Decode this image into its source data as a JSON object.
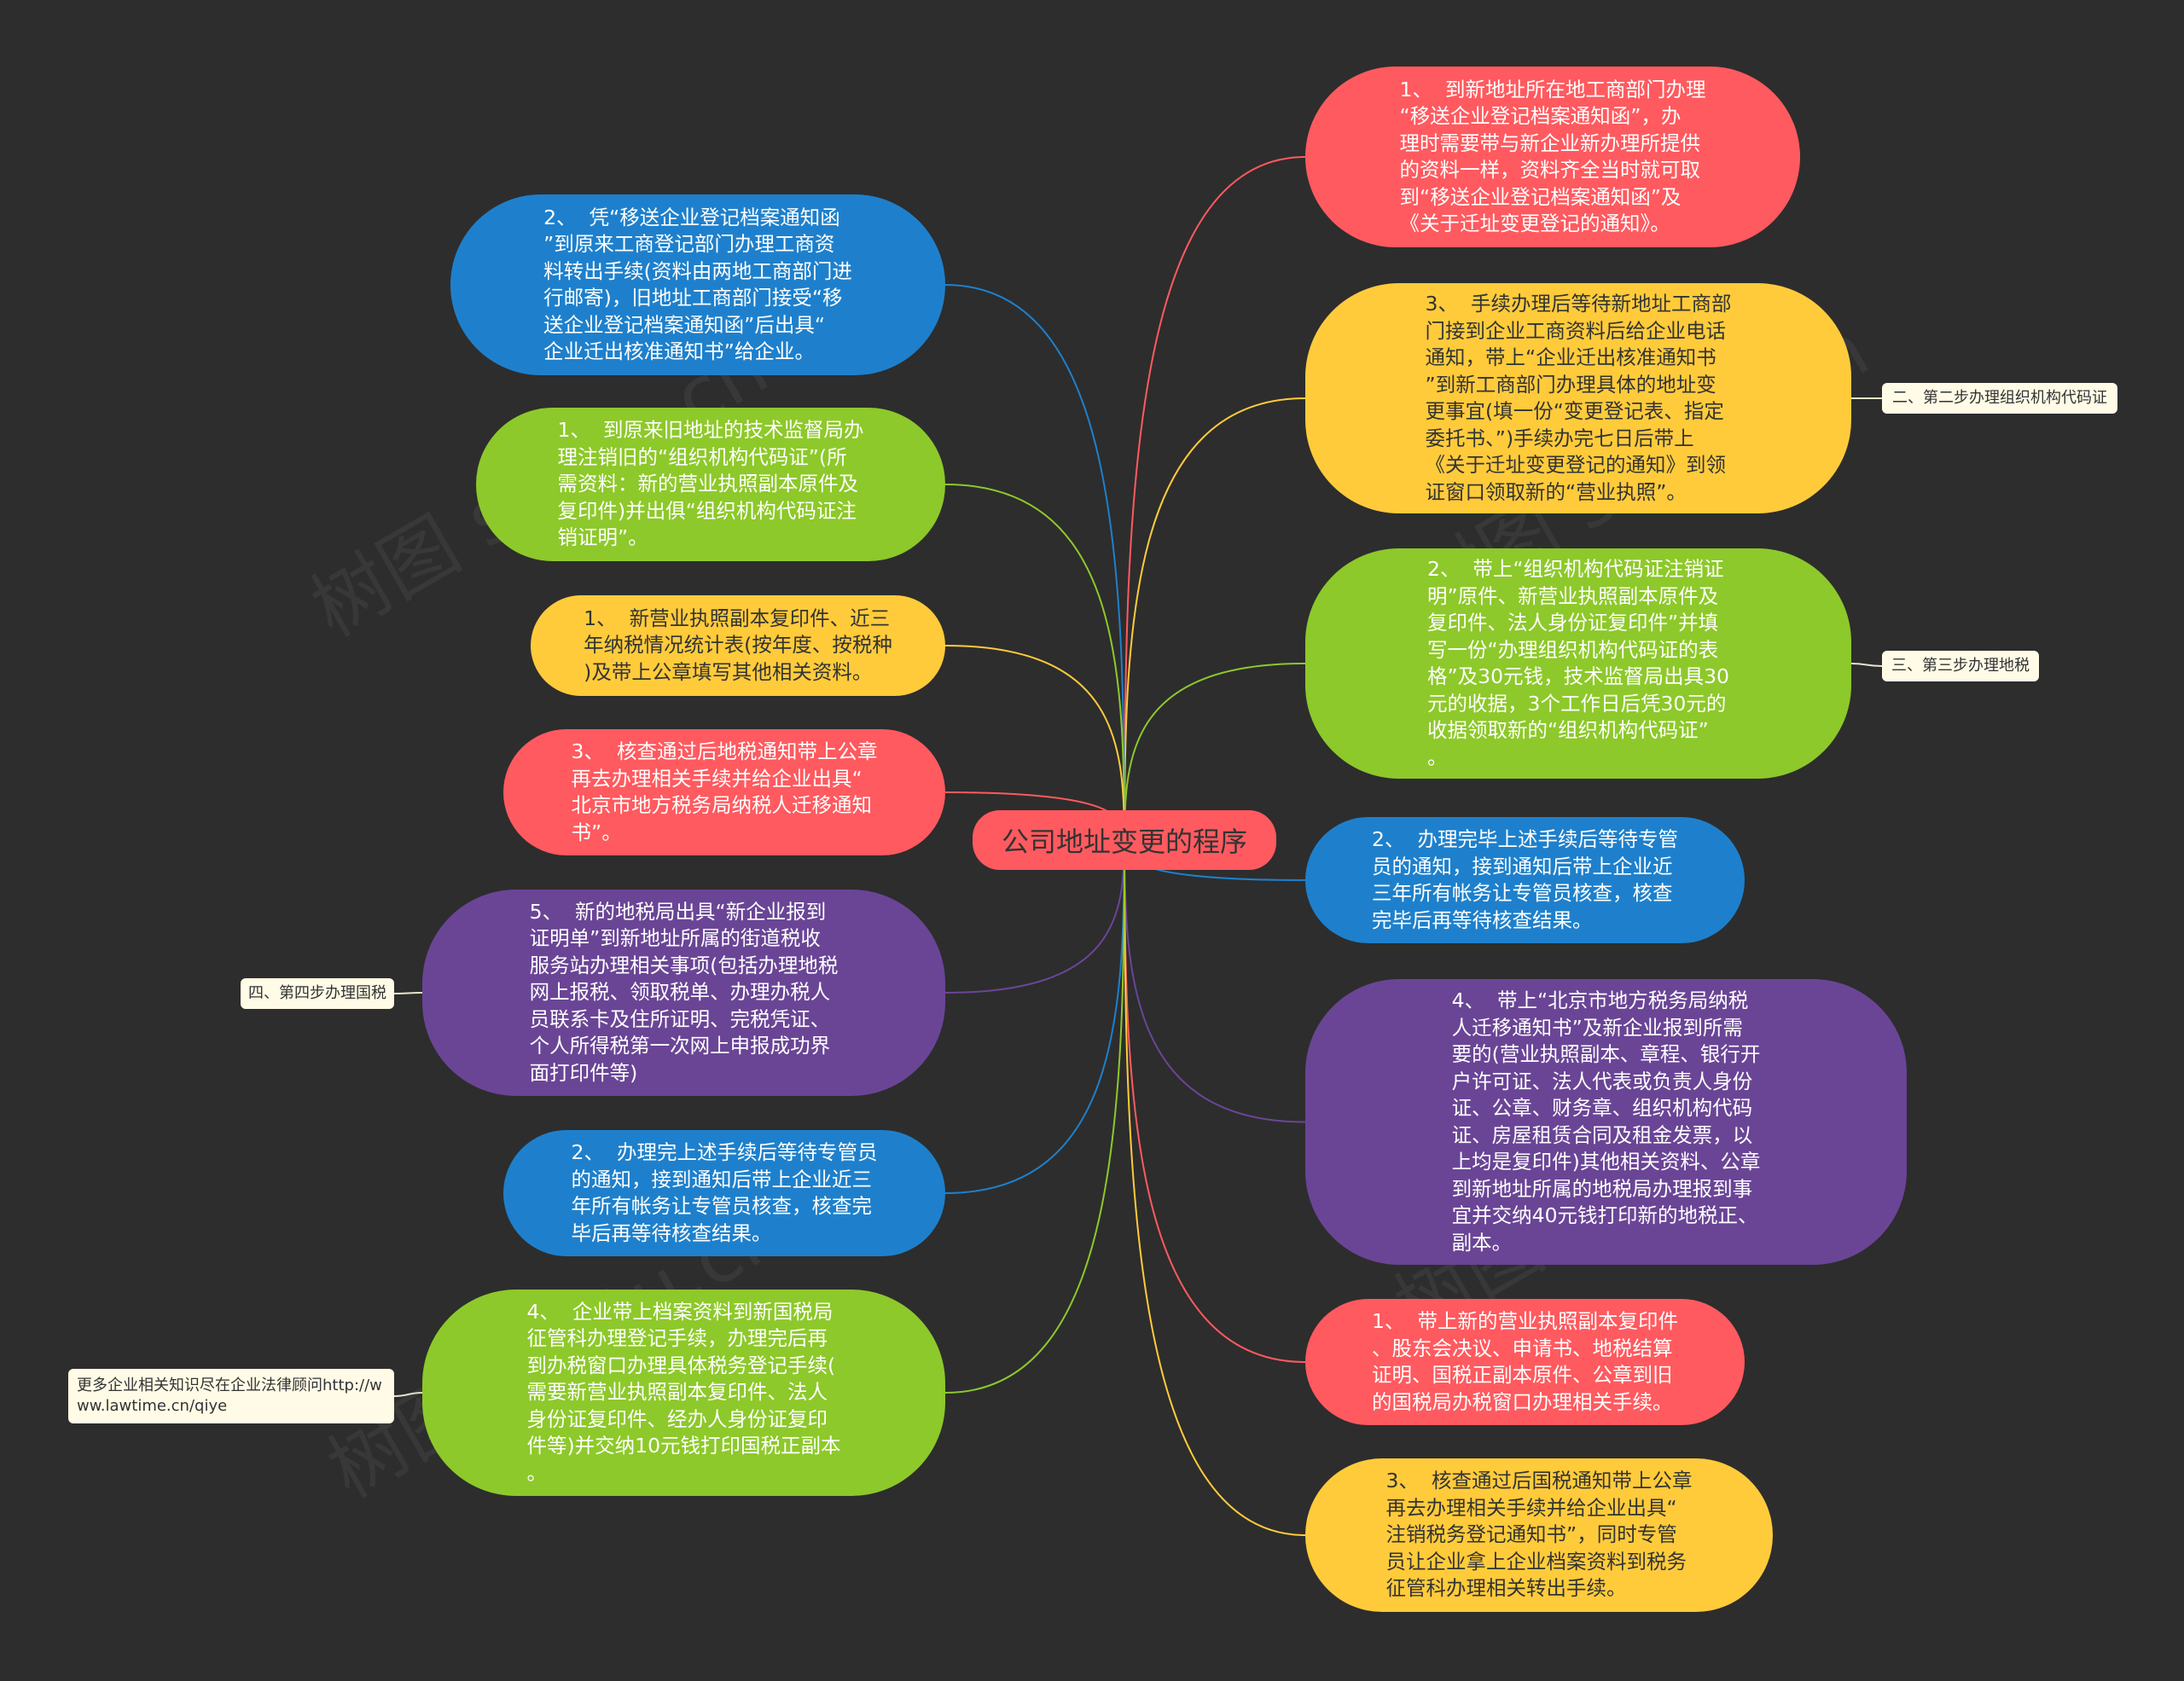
{
  "colors": {
    "background": "#2d2d2d",
    "center": "#ff5a5f",
    "red": "#ff5a5f",
    "yellow": "#ffcb3b",
    "green": "#8dc92a",
    "blue": "#1e80cc",
    "purple": "#6a4596",
    "tag": "#fffbe6"
  },
  "center": {
    "label": "公司地址变更的程序"
  },
  "nodes": {
    "r1": {
      "color": "red",
      "text": "1、  到新地址所在地工商部门办理\n“移送企业登记档案通知函”，办\n理时需要带与新企业新办理所提供\n的资料一样，资料齐全当时就可取\n到“移送企业登记档案通知函”及\n《关于迁址变更登记的通知》。"
    },
    "r2": {
      "color": "yellow",
      "text": "3、  手续办理后等待新地址工商部\n门接到企业工商资料后给企业电话\n通知，带上“企业迁出核准通知书\n”到新工商部门办理具体的地址变\n更事宜(填一份“变更登记表、指定\n委托书、”)手续办完七日后带上\n《关于迁址变更登记的通知》到领\n证窗口领取新的“营业执照”。"
    },
    "r3": {
      "color": "green",
      "text": "2、  带上“组织机构代码证注销证\n明”原件、新营业执照副本原件及\n复印件、法人身份证复印件”并填\n写一份“办理组织机构代码证的表\n格”及30元钱，技术监督局出具30\n元的收据，3个工作日后凭30元的\n收据领取新的“组织机构代码证”\n。"
    },
    "r4": {
      "color": "blue",
      "text": "2、  办理完毕上述手续后等待专管\n员的通知，接到通知后带上企业近\n三年所有帐务让专管员核查，核查\n完毕后再等待核查结果。"
    },
    "r5": {
      "color": "purple",
      "text": "4、  带上“北京市地方税务局纳税\n人迁移通知书”及新企业报到所需\n要的(营业执照副本、章程、银行开\n户许可证、法人代表或负责人身份\n证、公章、财务章、组织机构代码\n证、房屋租赁合同及租金发票，以\n上均是复印件)其他相关资料、公章\n到新地址所属的地税局办理报到事\n宜并交纳40元钱打印新的地税正、\n副本。"
    },
    "r6": {
      "color": "red",
      "text": "1、  带上新的营业执照副本复印件\n、股东会决议、申请书、地税结算\n证明、国税正副本原件、公章到旧\n的国税局办税窗口办理相关手续。"
    },
    "r7": {
      "color": "yellow",
      "text": "3、  核查通过后国税通知带上公章\n再去办理相关手续并给企业出具“\n注销税务登记通知书”，同时专管\n员让企业拿上企业档案资料到税务\n征管科办理相关转出手续。"
    },
    "l1": {
      "color": "blue",
      "text": "2、  凭“移送企业登记档案通知函\n”到原来工商登记部门办理工商资\n料转出手续(资料由两地工商部门进\n行邮寄)，旧地址工商部门接受“移\n送企业登记档案通知函”后出具“\n企业迁出核准通知书”给企业。"
    },
    "l2": {
      "color": "green",
      "text": "1、  到原来旧地址的技术监督局办\n理注销旧的“组织机构代码证”(所\n需资料：新的营业执照副本原件及\n复印件)并出俱“组织机构代码证注\n销证明”。"
    },
    "l3": {
      "color": "yellow",
      "text": "1、  新营业执照副本复印件、近三\n年纳税情况统计表(按年度、按税种\n)及带上公章填写其他相关资料。"
    },
    "l4": {
      "color": "red",
      "text": "3、  核查通过后地税通知带上公章\n再去办理相关手续并给企业出具“\n北京市地方税务局纳税人迁移通知\n书”。"
    },
    "l5": {
      "color": "purple",
      "text": "5、  新的地税局出具“新企业报到\n证明单”到新地址所属的街道税收\n服务站办理相关事项(包括办理地税\n网上报税、领取税单、办理办税人\n员联系卡及住所证明、完税凭证、\n个人所得税第一次网上申报成功界\n面打印件等)"
    },
    "l6": {
      "color": "blue",
      "text": "2、  办理完上述手续后等待专管员\n的通知，接到通知后带上企业近三\n年所有帐务让专管员核查，核查完\n毕后再等待核查结果。"
    },
    "l7": {
      "color": "green",
      "text": "4、  企业带上档案资料到新国税局\n征管科办理登记手续，办理完后再\n到办税窗口办理具体税务登记手续(\n需要新营业执照副本复印件、法人\n身份证复印件、经办人身份证复印\n件等)并交纳10元钱打印国税正副本\n。"
    }
  },
  "tags": {
    "t_r2": {
      "text": "二、第二步办理组织机构代码证"
    },
    "t_r3": {
      "text": "三、第三步办理地税"
    },
    "t_l5": {
      "text": "四、第四步办理国税"
    },
    "t_l7": {
      "text": "更多企业相关知识尽在企业法律顾问http://w\nww.lawtime.cn/qiye"
    }
  },
  "watermarks": [
    "树图 shutu.cn",
    "树图 shutu.cn",
    "树图 shutu.cn",
    "树图 shutu.cn"
  ]
}
